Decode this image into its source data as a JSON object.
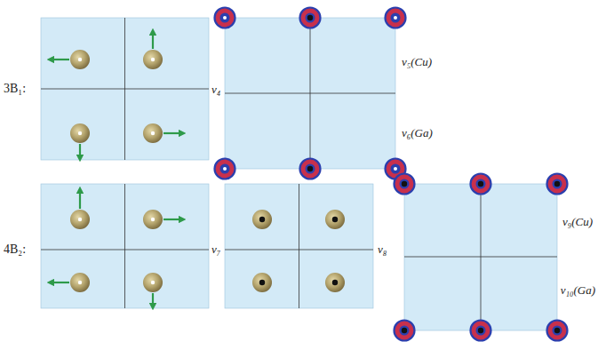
{
  "diagram": {
    "labels": [
      "3B₁:",
      "ν₄",
      "ν₅(Cu)",
      "ν₆(Ga)",
      "4B₂:",
      "ν₇",
      "ν₈",
      "ν₉(Cu)",
      "ν₁₀(Ga)"
    ]
  }
}
